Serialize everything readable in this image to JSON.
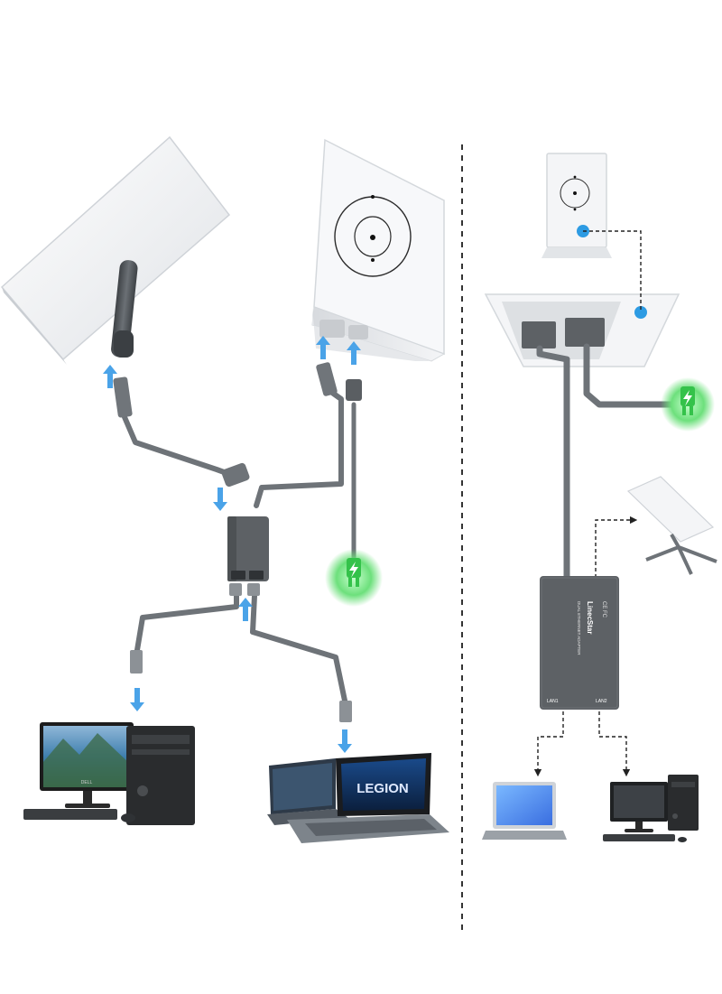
{
  "colors": {
    "background": "#ffffff",
    "cable": "#6e7378",
    "cable_dark": "#4a4e52",
    "adapter_body": "#5d6165",
    "device_white": "#f3f4f6",
    "arrow_blue": "#4aa3e8",
    "power_green": "#34c24a",
    "power_glow": "#9df0a6",
    "divider": "#333333",
    "dot_blue": "#2d9be3"
  },
  "icons": {
    "power_plug": "power-plug-icon",
    "flow_arrow": "arrow-icon",
    "satellite_dish": "satellite-dish-icon",
    "router": "router-icon",
    "desktop": "desktop-computer-icon",
    "laptop": "laptop-icon"
  },
  "adapter": {
    "brand": "LinecStar",
    "model": "DUAL ETHERNET ADAPTER",
    "cert_marks": "CE FC",
    "port1_label": "LAN1",
    "port2_label": "LAN2"
  },
  "laptop_screen_text": "LEGION",
  "monitor_brand": "DELL"
}
